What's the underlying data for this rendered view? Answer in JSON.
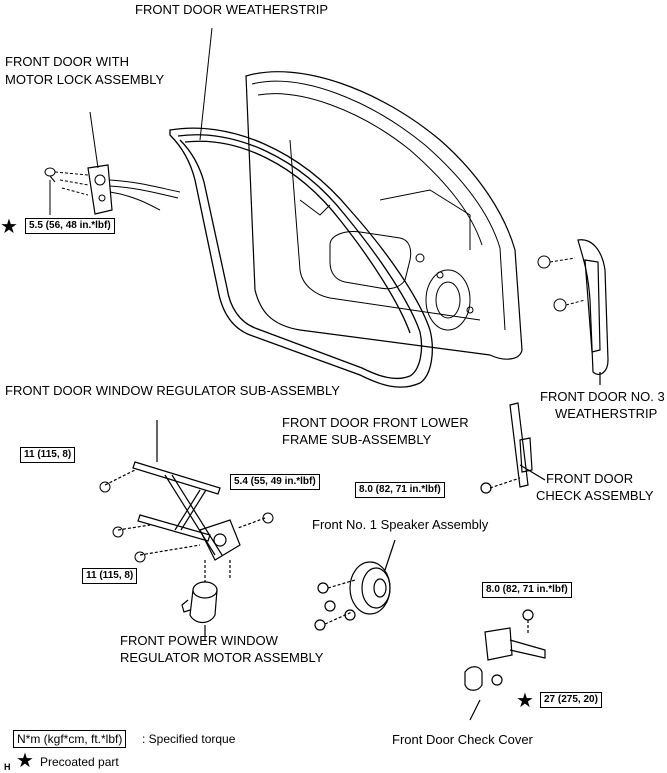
{
  "labels": {
    "weatherstrip": "FRONT DOOR WEATHERSTRIP",
    "lock_assembly_line1": "FRONT DOOR WITH",
    "lock_assembly_line2": "MOTOR LOCK ASSEMBLY",
    "no3_weatherstrip_line1": "FRONT DOOR NO. 3",
    "no3_weatherstrip_line2": "WEATHERSTRIP",
    "window_regulator": "FRONT DOOR WINDOW REGULATOR SUB-ASSEMBLY",
    "lower_frame_line1": "FRONT DOOR FRONT LOWER",
    "lower_frame_line2": "FRAME SUB-ASSEMBLY",
    "check_assembly_line1": "FRONT DOOR",
    "check_assembly_line2": "CHECK ASSEMBLY",
    "speaker": "Front No. 1 Speaker Assembly",
    "motor_line1": "FRONT POWER WINDOW",
    "motor_line2": "REGULATOR MOTOR ASSEMBLY",
    "check_cover": "Front Door Check Cover"
  },
  "torques": {
    "lock_screw": "5.5 (56, 48 in.*lbf)",
    "regulator_top": "11 (115, 8)",
    "regulator_bottom": "11 (115, 8)",
    "regulator_right": "5.4 (55, 49 in.*lbf)",
    "lower_frame": "8.0 (82, 71 in.*lbf)",
    "check_top": "8.0 (82, 71 in.*lbf)",
    "check_bottom": "27 (275, 20)"
  },
  "legend": {
    "torque_box": "N*m (kgf*cm, ft.*lbf)",
    "torque_desc": ": Specified torque",
    "precoated_desc": "Precoated part",
    "corner_code": "H"
  },
  "icons": [
    "star-icon",
    "bolt-icon",
    "clip-icon"
  ]
}
